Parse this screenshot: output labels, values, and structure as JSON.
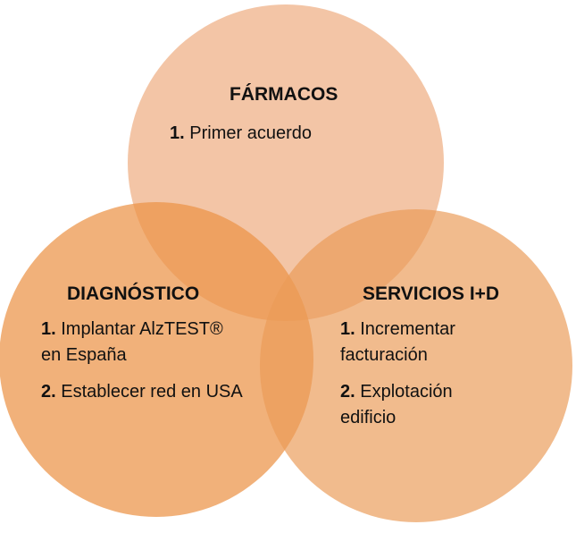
{
  "circles": [
    {
      "id": "farmacos",
      "title": "FÁRMACOS",
      "items": [
        {
          "num": "1.",
          "text": "Primer acuerdo"
        }
      ],
      "color": "#EBA170"
    },
    {
      "id": "diagnostico",
      "title": "DIAGNÓSTICO",
      "items": [
        {
          "num": "1.",
          "text": "Implantar AlzTEST® en España"
        },
        {
          "num": "2.",
          "text": "Establecer red en USA"
        }
      ],
      "color": "#EC9347"
    },
    {
      "id": "servicios",
      "title": "SERVICIOS I+D",
      "items": [
        {
          "num": "1.",
          "text": "Incrementar facturación"
        },
        {
          "num": "2.",
          "text": "Explotación edificio"
        }
      ],
      "color": "#EB9B57"
    }
  ]
}
